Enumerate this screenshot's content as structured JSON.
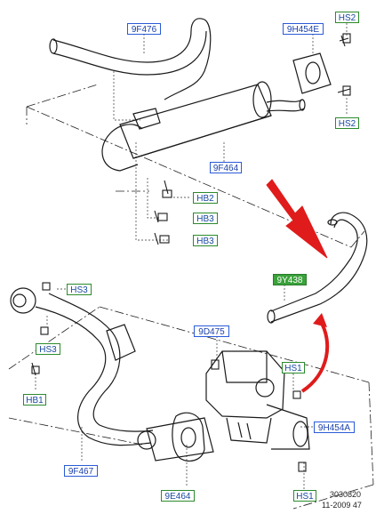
{
  "callouts": {
    "c9F476": "9F476",
    "c9H454E": "9H454E",
    "cHS2a": "HS2",
    "cHS2b": "HS2",
    "c9F464": "9F464",
    "cHB2": "HB2",
    "cHB3a": "HB3",
    "cHB3b": "HB3",
    "c9Y438": "9Y438",
    "cHS3a": "HS3",
    "cHS3b": "HS3",
    "cHB1": "HB1",
    "c9D475": "9D475",
    "cHS1a": "HS1",
    "c9H454A": "9H454A",
    "c9F467": "9F467",
    "c9E464": "9E464",
    "cHS1b": "HS1"
  },
  "footer": {
    "code": "3030820",
    "date": "11-2009 47"
  },
  "colors": {
    "line": "#1a1a1a",
    "blue_callout": "#2a5bd7",
    "green_callout": "#2c8a2c",
    "highlight_fill": "#3aa23a",
    "arrow_red": "#e01b1b"
  }
}
